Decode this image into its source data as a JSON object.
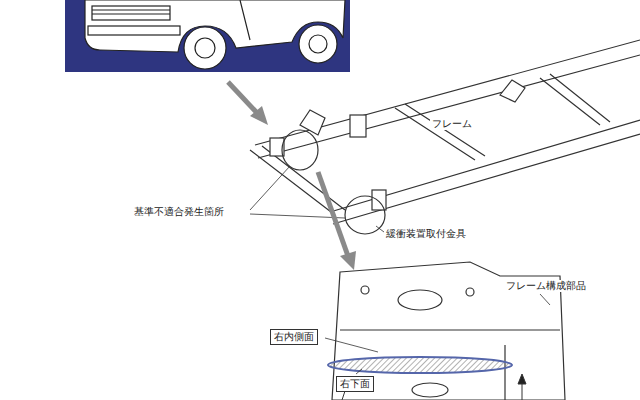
{
  "diagram": {
    "nodes": [
      {
        "text": [
          "右内側面"
        ]
      },
      {
        "text": [
          "右下面"
        ]
      }
    ],
    "labels": [
      "フレーム",
      "基準不適合発生箇所",
      "緩衝装置取付金具",
      "フレーム構成部品"
    ]
  }
}
